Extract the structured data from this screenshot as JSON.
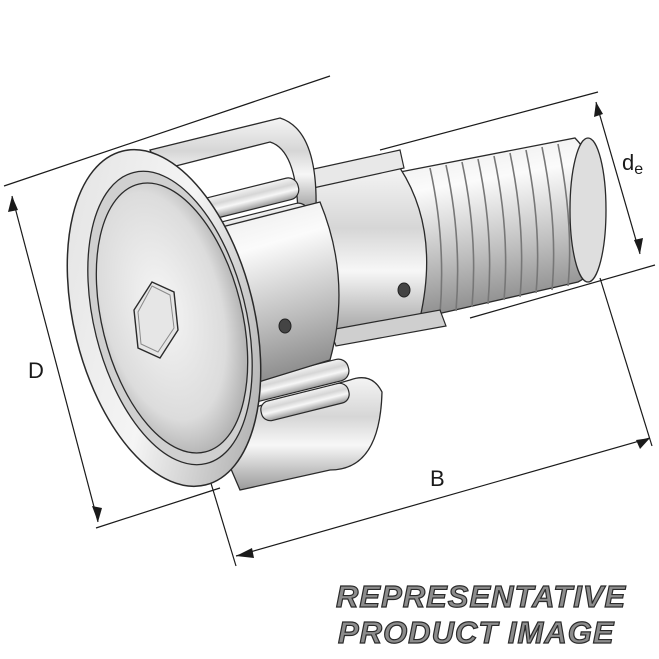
{
  "diagram": {
    "dimension_labels": {
      "outer_diameter": "D",
      "width": "B",
      "stud_diameter_main": "d",
      "stud_diameter_sub": "e"
    },
    "watermark": {
      "line1": "REPRESENTATIVE",
      "line2": "PRODUCT IMAGE"
    },
    "colors": {
      "line": "#1a1a1a",
      "metal_light": "#f2f2f2",
      "metal_mid": "#c4c4c4",
      "metal_dark": "#7a7a7a",
      "watermark_fill": "#8c8c8c",
      "watermark_stroke": "#2b2b2b"
    }
  }
}
